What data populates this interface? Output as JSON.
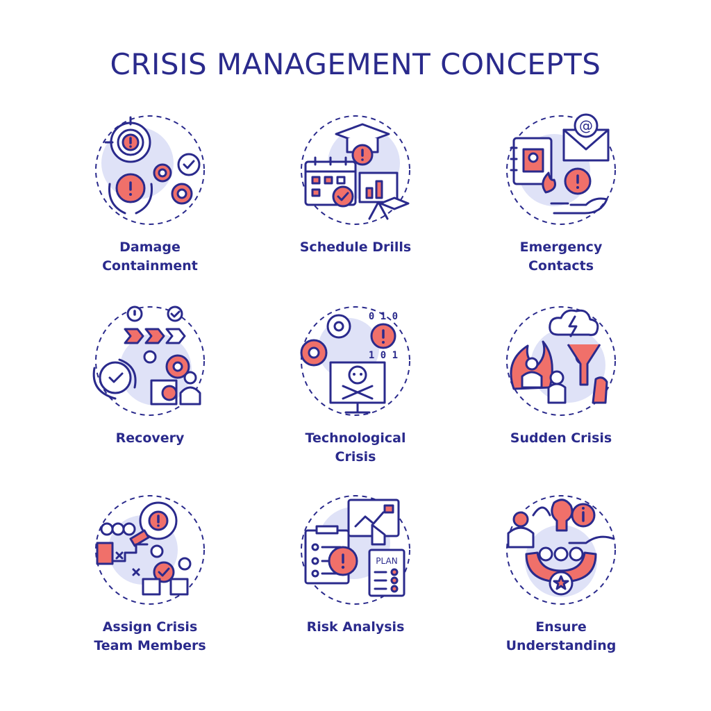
{
  "title": "CRISIS MANAGEMENT CONCEPTS",
  "concepts": [
    {
      "id": "damage-containment",
      "icon": "damage-containment-icon",
      "label_lines": [
        "Damage",
        "Containment"
      ]
    },
    {
      "id": "schedule-drills",
      "icon": "schedule-drills-icon",
      "label_lines": [
        "Schedule Drills"
      ]
    },
    {
      "id": "emergency-contacts",
      "icon": "emergency-contacts-icon",
      "label_lines": [
        "Emergency",
        "Contacts"
      ]
    },
    {
      "id": "recovery",
      "icon": "recovery-icon",
      "label_lines": [
        "Recovery"
      ]
    },
    {
      "id": "technological-crisis",
      "icon": "technological-crisis-icon",
      "label_lines": [
        "Technological",
        "Crisis"
      ]
    },
    {
      "id": "sudden-crisis",
      "icon": "sudden-crisis-icon",
      "label_lines": [
        "Sudden Crisis"
      ]
    },
    {
      "id": "assign-crisis-team-members",
      "icon": "assign-team-icon",
      "label_lines": [
        "Assign Crisis",
        "Team Members"
      ]
    },
    {
      "id": "risk-analysis",
      "icon": "risk-analysis-icon",
      "label_lines": [
        "Risk Analysis"
      ]
    },
    {
      "id": "ensure-understanding",
      "icon": "ensure-understanding-icon",
      "label_lines": [
        "Ensure",
        "Understanding"
      ]
    }
  ],
  "icon_text": {
    "email_at": "@",
    "binary_1": "0 1 0",
    "binary_2": "1 0 1",
    "plan": "PLAN"
  },
  "colors": {
    "outline": "#2a2a8c",
    "accent_red": "#f0706a",
    "blob": "#dfe2f7",
    "background": "#ffffff"
  }
}
